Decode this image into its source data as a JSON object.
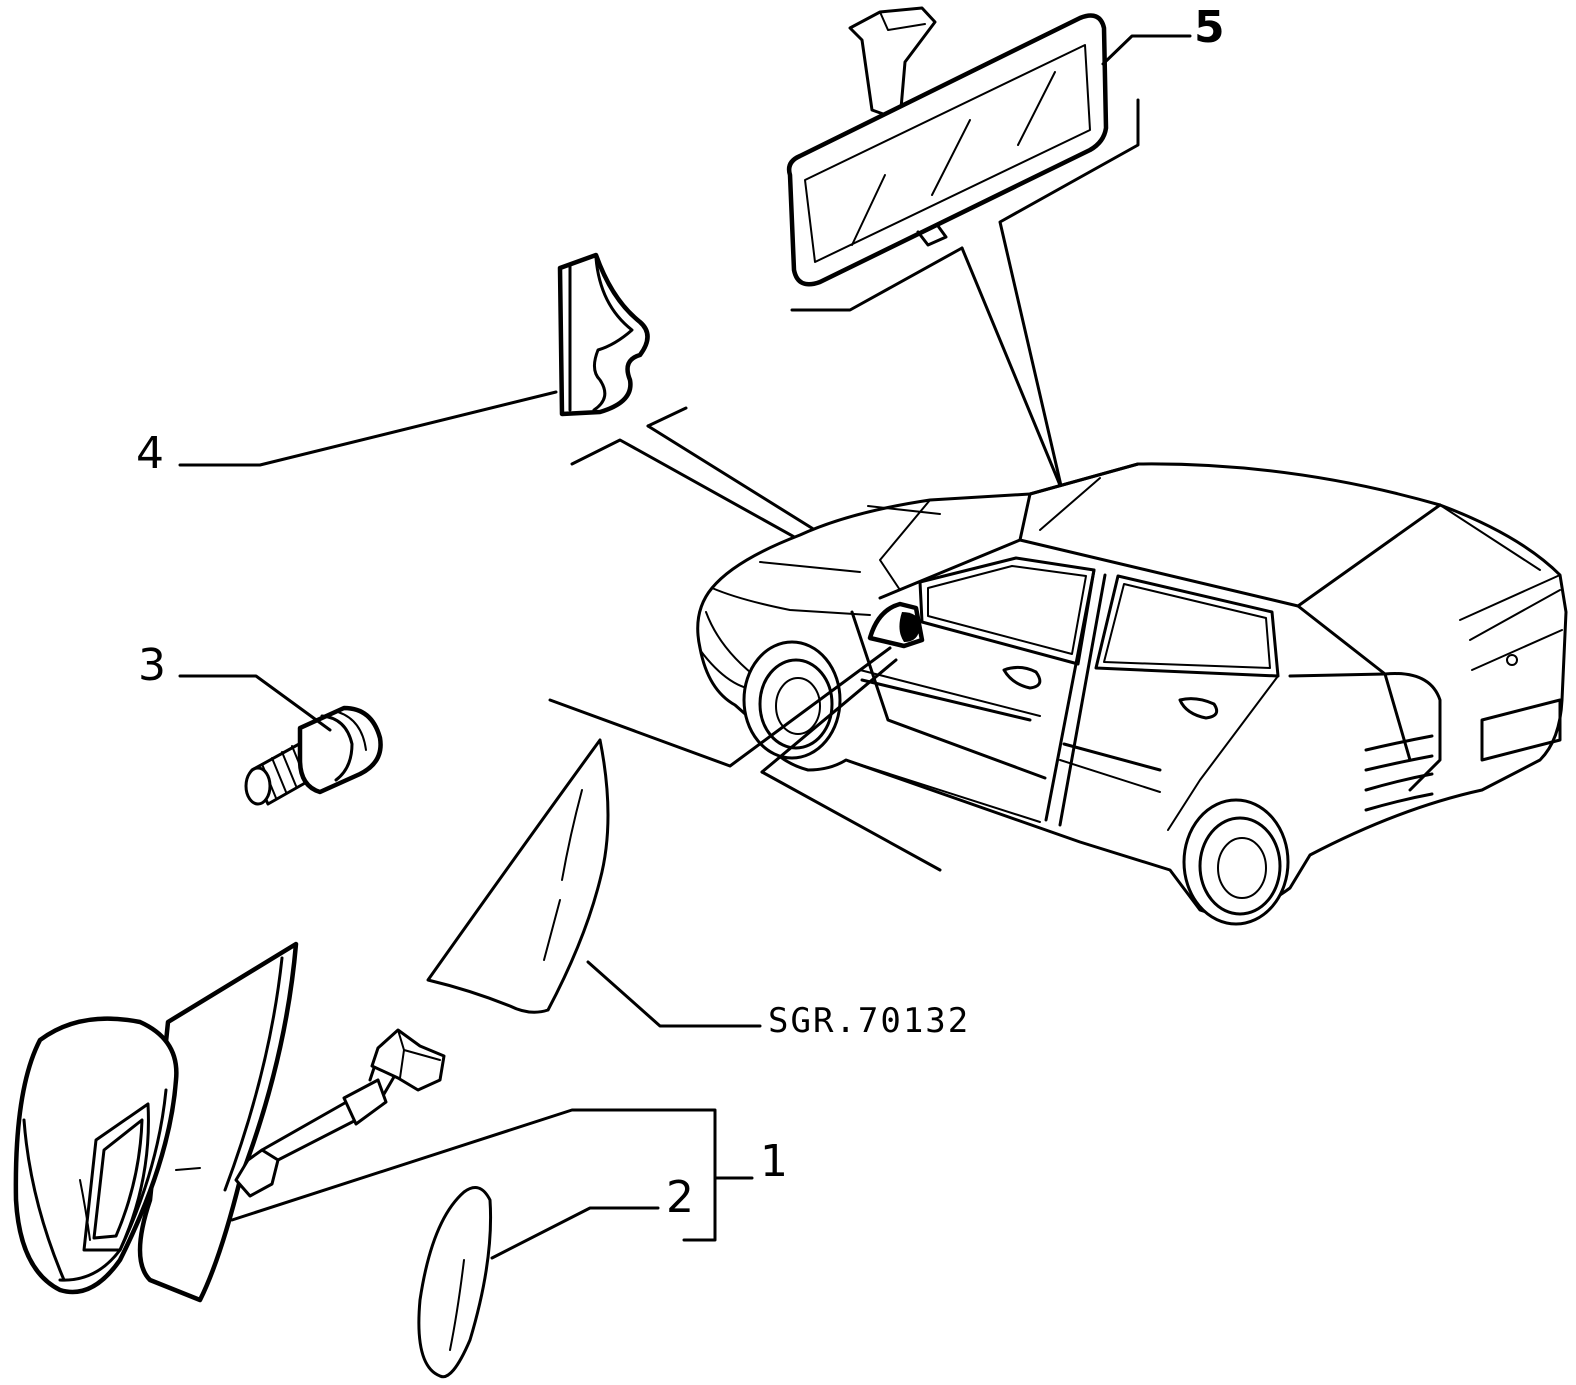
{
  "labels": {
    "part_1": "1",
    "part_2": "2",
    "part_3": "3",
    "part_4": "4",
    "part_5": "5",
    "drawing_code": "SGR.70132"
  }
}
